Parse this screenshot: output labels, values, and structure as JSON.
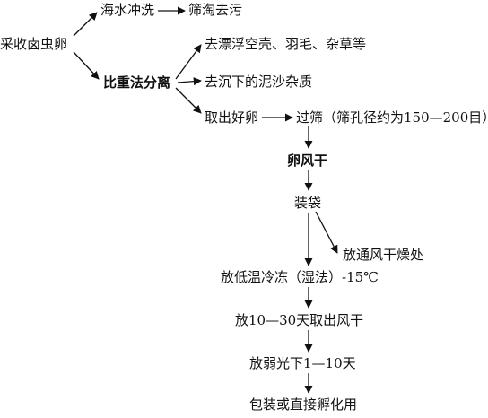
{
  "nodes": {
    "collect": "采收卤虫卵",
    "seawater": "海水冲洗",
    "sieve_dirt": "筛淘去污",
    "gravity": "比重法分离",
    "remove_float": "去漂浮空壳、羽毛、杂草等",
    "remove_sink": "去沉下的泥沙杂质",
    "take_eggs": "取出好卵",
    "sieve": "过筛（筛孔径约为150—200目）",
    "air_dry": "卵风干",
    "bagging": "装袋",
    "ventilated": "放通风干燥处",
    "freeze": "放低温冷冻（湿法）-15℃",
    "days_dry": "放10—30天取出风干",
    "weak_light": "放弱光下1—10天",
    "package": "包装或直接孵化用"
  },
  "colors": {
    "ink": "#111111"
  }
}
